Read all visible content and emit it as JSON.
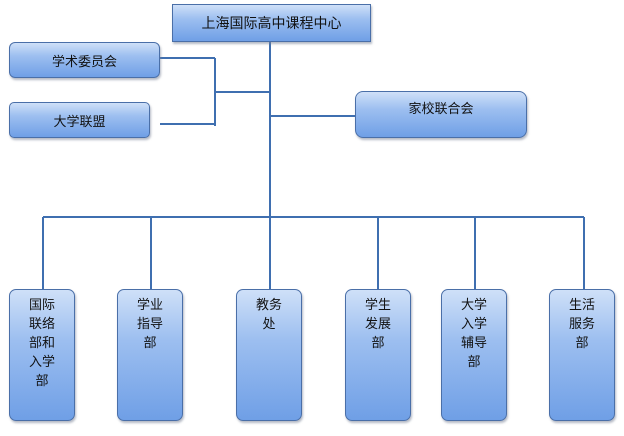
{
  "top": {
    "label": "上海国际高中课程中心"
  },
  "left_nodes": [
    {
      "label": "学术委员会"
    },
    {
      "label": "大学联盟"
    }
  ],
  "right_node": {
    "label": "家校联合会"
  },
  "departments": [
    {
      "lines": [
        "国际",
        "联络",
        "部和",
        "入学",
        "部"
      ]
    },
    {
      "lines": [
        "学业",
        "指导",
        "部"
      ]
    },
    {
      "lines": [
        "教务",
        "处"
      ]
    },
    {
      "lines": [
        "学生",
        "发展",
        "部"
      ]
    },
    {
      "lines": [
        "大学",
        "入学",
        "辅导",
        "部"
      ]
    },
    {
      "lines": [
        "生活",
        "服务",
        "部"
      ]
    }
  ]
}
